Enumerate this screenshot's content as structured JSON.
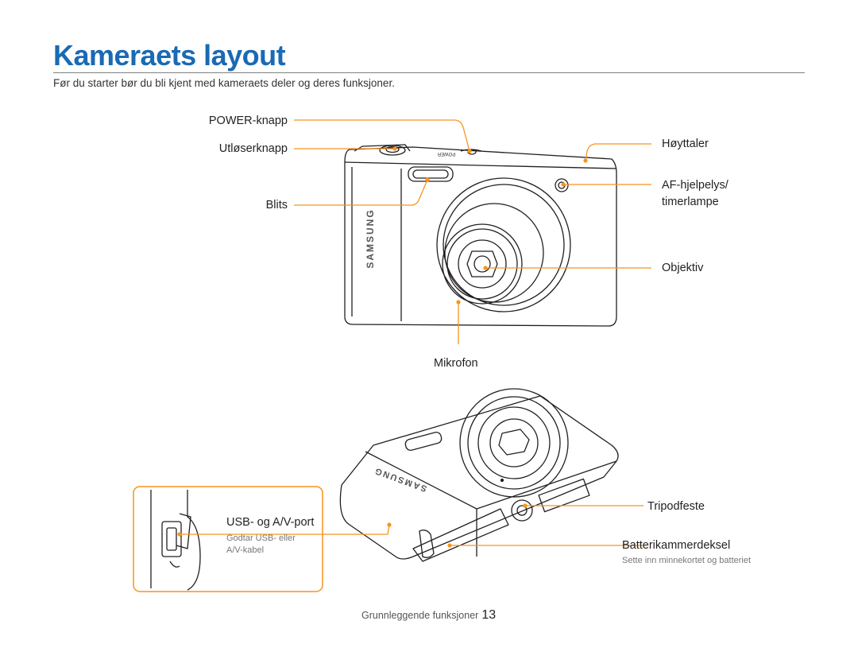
{
  "page": {
    "title": "Kameraets layout",
    "intro": "Før du starter bør du bli kjent med kameraets deler og deres funksjoner."
  },
  "front_view": {
    "brand": "SAMSUNG",
    "power_text": "POWER",
    "labels": {
      "power": "POWER-knapp",
      "shutter": "Utløserknapp",
      "flash": "Blits",
      "speaker": "Høyttaler",
      "af_line1": "AF-hjelpelys/",
      "af_line2": "timerlampe",
      "lens": "Objektiv",
      "mic": "Mikrofon"
    }
  },
  "bottom_view": {
    "brand": "SAMSUNG",
    "labels": {
      "usb": "USB- og A/V-port",
      "usb_desc1": "Godtar USB- eller",
      "usb_desc2": "A/V-kabel",
      "tripod": "Tripodfeste",
      "battery": "Batterikammerdeksel",
      "battery_desc": "Sette inn minnekortet og batteriet"
    }
  },
  "footer": {
    "section": "Grunnleggende funksjoner",
    "page_number": "13"
  },
  "colors": {
    "title": "#1a6ab4",
    "callout": "#f7941d",
    "outline": "#231f20"
  }
}
